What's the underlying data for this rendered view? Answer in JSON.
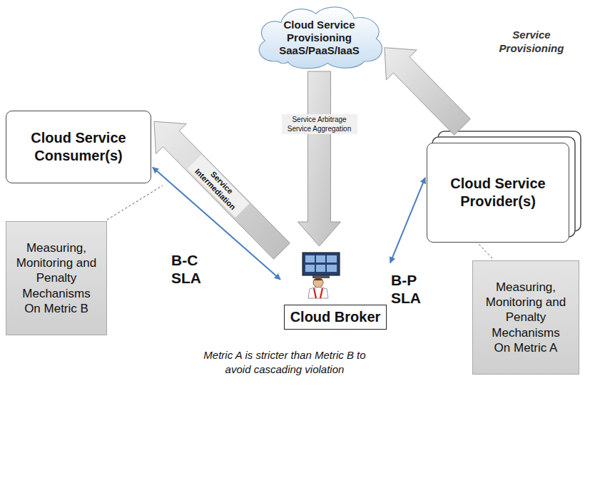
{
  "diagram": {
    "nodes": [
      {
        "text": [
          "Cloud Service Provisioning SaaS/PaaS/IaaS"
        ]
      },
      {
        "text": [
          "Cloud Service Consumer(s)"
        ]
      },
      {
        "text": [
          "Cloud Service Provider(s)"
        ]
      },
      {
        "text": [
          "Measuring, Monitoring and Penalty Mechanisms On Metric B"
        ]
      },
      {
        "text": [
          "Cloud Broker"
        ]
      },
      {
        "text": [
          "Measuring, Monitoring and Penalty Mechanisms On Metric A"
        ]
      }
    ],
    "edges": [
      {
        "from": 2,
        "to": 0,
        "arrow": "to",
        "label": "Service Provisioning"
      },
      {
        "from": 0,
        "to": 4,
        "arrow": "to",
        "label": "Service Arbitrage Service Aggregation"
      },
      {
        "from": 4,
        "to": 1,
        "arrow": "to",
        "label": "Service Intermediation"
      },
      {
        "from": 1,
        "to": 4,
        "arrow": "both"
      },
      {
        "from": 4,
        "to": 2,
        "arrow": "both"
      }
    ],
    "labels": [
      "B-C SLA",
      "B-P SLA",
      "Metric A is stricter than Metric B to avoid cascading violation"
    ]
  }
}
